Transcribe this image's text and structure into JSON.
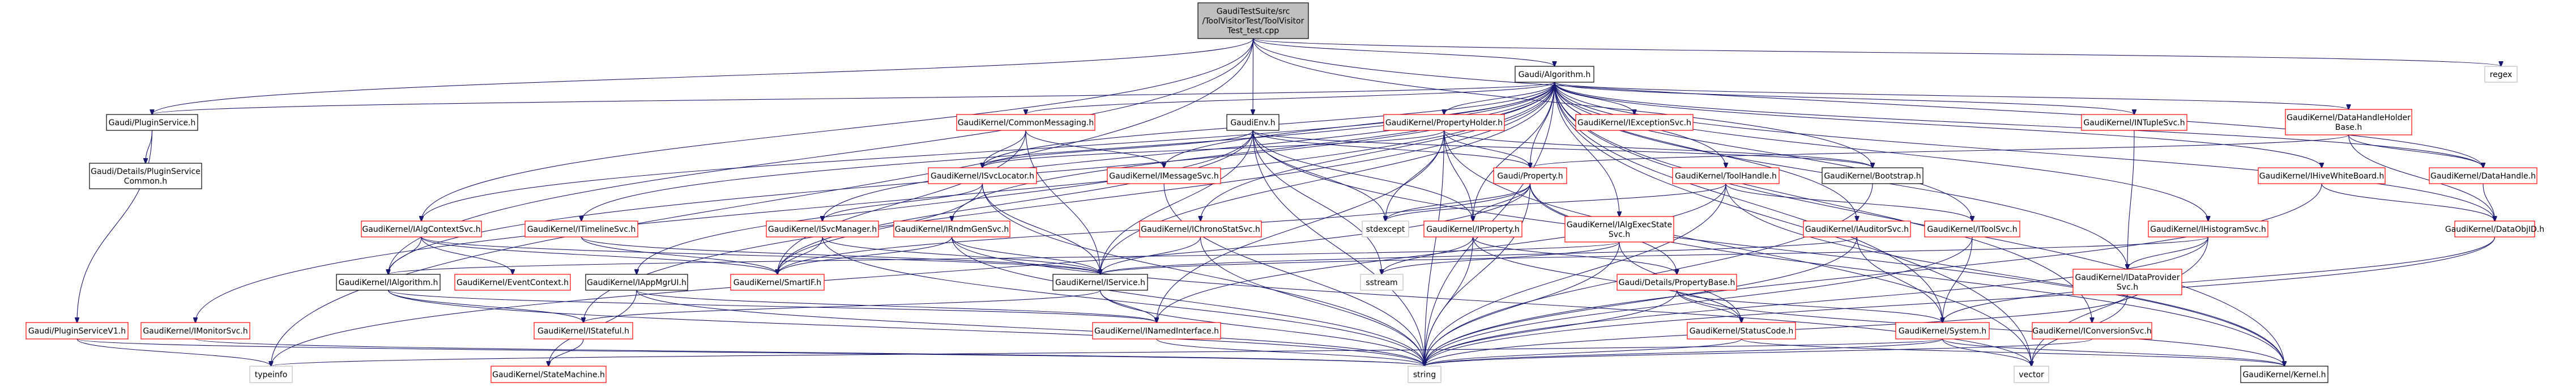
{
  "diagram": {
    "title": "Include dependency graph for ToolVisitorTest_test.cpp",
    "colors": {
      "edge": "#191970",
      "root_fill": "#bfbfbf",
      "root_border": "#000000",
      "node_fill": "#ffffff",
      "documented_border": "#000000",
      "undocumented_border": "#ff0000",
      "external_border": "#bfbfbf"
    },
    "nodes": [
      {
        "id": "root",
        "lines": [
          "GaudiTestSuite/src",
          "/ToolVisitorTest/ToolVisitor",
          "Test_test.cpp"
        ],
        "kind": "root"
      },
      {
        "id": "algorithm",
        "lines": [
          "Gaudi/Algorithm.h"
        ],
        "kind": "documented"
      },
      {
        "id": "regex",
        "lines": [
          "regex"
        ],
        "kind": "external"
      },
      {
        "id": "pluginservice",
        "lines": [
          "Gaudi/PluginService.h"
        ],
        "kind": "documented"
      },
      {
        "id": "pluginservicecommon",
        "lines": [
          "Gaudi/Details/PluginService",
          "Common.h"
        ],
        "kind": "documented"
      },
      {
        "id": "commonmessaging",
        "lines": [
          "GaudiKernel/CommonMessaging.h"
        ],
        "kind": "undocumented"
      },
      {
        "id": "gaudienv",
        "lines": [
          "GaudiEnv.h"
        ],
        "kind": "documented"
      },
      {
        "id": "propertyholder",
        "lines": [
          "GaudiKernel/PropertyHolder.h"
        ],
        "kind": "undocumented"
      },
      {
        "id": "iexceptionsvc",
        "lines": [
          "GaudiKernel/IExceptionSvc.h"
        ],
        "kind": "undocumented"
      },
      {
        "id": "intuplesvc",
        "lines": [
          "GaudiKernel/INTupleSvc.h"
        ],
        "kind": "undocumented"
      },
      {
        "id": "datahandleholderbase",
        "lines": [
          "GaudiKernel/DataHandleHolder",
          "Base.h"
        ],
        "kind": "undocumented"
      },
      {
        "id": "isvclocator",
        "lines": [
          "GaudiKernel/ISvcLocator.h"
        ],
        "kind": "undocumented"
      },
      {
        "id": "imessagesvc",
        "lines": [
          "GaudiKernel/IMessageSvc.h"
        ],
        "kind": "undocumented"
      },
      {
        "id": "property",
        "lines": [
          "Gaudi/Property.h"
        ],
        "kind": "undocumented"
      },
      {
        "id": "toolhandle",
        "lines": [
          "GaudiKernel/ToolHandle.h"
        ],
        "kind": "undocumented"
      },
      {
        "id": "bootstrap",
        "lines": [
          "GaudiKernel/Bootstrap.h"
        ],
        "kind": "documented"
      },
      {
        "id": "ihivewhiteboard",
        "lines": [
          "GaudiKernel/IHiveWhiteBoard.h"
        ],
        "kind": "undocumented"
      },
      {
        "id": "datahandle",
        "lines": [
          "GaudiKernel/DataHandle.h"
        ],
        "kind": "undocumented"
      },
      {
        "id": "ialgcontextsvc",
        "lines": [
          "GaudiKernel/IAlgContextSvc.h"
        ],
        "kind": "undocumented"
      },
      {
        "id": "itimelinesvc",
        "lines": [
          "GaudiKernel/ITimelineSvc.h"
        ],
        "kind": "undocumented"
      },
      {
        "id": "isvcmanager",
        "lines": [
          "GaudiKernel/ISvcManager.h"
        ],
        "kind": "undocumented"
      },
      {
        "id": "irndmgensvc",
        "lines": [
          "GaudiKernel/IRndmGenSvc.h"
        ],
        "kind": "undocumented"
      },
      {
        "id": "ichronostatsvc",
        "lines": [
          "GaudiKernel/IChronoStatSvc.h"
        ],
        "kind": "undocumented"
      },
      {
        "id": "stdexcept",
        "lines": [
          "stdexcept"
        ],
        "kind": "external"
      },
      {
        "id": "iproperty",
        "lines": [
          "GaudiKernel/IProperty.h"
        ],
        "kind": "undocumented"
      },
      {
        "id": "ialgexecstatesvc",
        "lines": [
          "GaudiKernel/IAlgExecState",
          "Svc.h"
        ],
        "kind": "undocumented"
      },
      {
        "id": "iauditorsvc",
        "lines": [
          "GaudiKernel/IAuditorSvc.h"
        ],
        "kind": "undocumented"
      },
      {
        "id": "itoolsvc",
        "lines": [
          "GaudiKernel/IToolSvc.h"
        ],
        "kind": "undocumented"
      },
      {
        "id": "ihistogramsvc",
        "lines": [
          "GaudiKernel/IHistogramSvc.h"
        ],
        "kind": "undocumented"
      },
      {
        "id": "dataobjid",
        "lines": [
          "GaudiKernel/DataObjID.h"
        ],
        "kind": "undocumented"
      },
      {
        "id": "ialgorithm",
        "lines": [
          "GaudiKernel/IAlgorithm.h"
        ],
        "kind": "documented"
      },
      {
        "id": "eventcontext",
        "lines": [
          "GaudiKernel/EventContext.h"
        ],
        "kind": "undocumented"
      },
      {
        "id": "iappmgrui",
        "lines": [
          "GaudiKernel/IAppMgrUI.h"
        ],
        "kind": "documented"
      },
      {
        "id": "smartif",
        "lines": [
          "GaudiKernel/SmartIF.h"
        ],
        "kind": "undocumented"
      },
      {
        "id": "iservice",
        "lines": [
          "GaudiKernel/IService.h"
        ],
        "kind": "documented"
      },
      {
        "id": "sstream",
        "lines": [
          "sstream"
        ],
        "kind": "external"
      },
      {
        "id": "propertybase",
        "lines": [
          "Gaudi/Details/PropertyBase.h"
        ],
        "kind": "undocumented"
      },
      {
        "id": "idataprovidersvc",
        "lines": [
          "GaudiKernel/IDataProvider",
          "Svc.h"
        ],
        "kind": "undocumented"
      },
      {
        "id": "pluginservicev1",
        "lines": [
          "Gaudi/PluginServiceV1.h"
        ],
        "kind": "undocumented"
      },
      {
        "id": "imonitorsvc",
        "lines": [
          "GaudiKernel/IMonitorSvc.h"
        ],
        "kind": "undocumented"
      },
      {
        "id": "istateful",
        "lines": [
          "GaudiKernel/IStateful.h"
        ],
        "kind": "undocumented"
      },
      {
        "id": "inamedinterface",
        "lines": [
          "GaudiKernel/INamedInterface.h"
        ],
        "kind": "undocumented"
      },
      {
        "id": "statuscode",
        "lines": [
          "GaudiKernel/StatusCode.h"
        ],
        "kind": "undocumented"
      },
      {
        "id": "system",
        "lines": [
          "GaudiKernel/System.h"
        ],
        "kind": "undocumented"
      },
      {
        "id": "iconversionsvc",
        "lines": [
          "GaudiKernel/IConversionSvc.h"
        ],
        "kind": "undocumented"
      },
      {
        "id": "typeinfo",
        "lines": [
          "typeinfo"
        ],
        "kind": "external"
      },
      {
        "id": "statemachine",
        "lines": [
          "GaudiKernel/StateMachine.h"
        ],
        "kind": "undocumented"
      },
      {
        "id": "string",
        "lines": [
          "string"
        ],
        "kind": "external"
      },
      {
        "id": "vector",
        "lines": [
          "vector"
        ],
        "kind": "external"
      },
      {
        "id": "kernel",
        "lines": [
          "GaudiKernel/Kernel.h"
        ],
        "kind": "documented"
      }
    ],
    "edges": [
      [
        "root",
        "algorithm"
      ],
      [
        "root",
        "pluginservice"
      ],
      [
        "root",
        "gaudienv"
      ],
      [
        "root",
        "regex"
      ],
      [
        "root",
        "typeinfo"
      ],
      [
        "root",
        "ialgorithm"
      ],
      [
        "root",
        "bootstrap"
      ],
      [
        "root",
        "ialgcontextsvc"
      ],
      [
        "root",
        "datahandle"
      ],
      [
        "algorithm",
        "pluginservice"
      ],
      [
        "algorithm",
        "commonmessaging"
      ],
      [
        "algorithm",
        "propertyholder"
      ],
      [
        "algorithm",
        "iexceptionsvc"
      ],
      [
        "algorithm",
        "intuplesvc"
      ],
      [
        "algorithm",
        "datahandleholderbase"
      ],
      [
        "algorithm",
        "isvclocator"
      ],
      [
        "algorithm",
        "imessagesvc"
      ],
      [
        "algorithm",
        "property"
      ],
      [
        "algorithm",
        "toolhandle"
      ],
      [
        "algorithm",
        "ihivewhiteboard"
      ],
      [
        "algorithm",
        "datahandle"
      ],
      [
        "algorithm",
        "ialgcontextsvc"
      ],
      [
        "algorithm",
        "itimelinesvc"
      ],
      [
        "algorithm",
        "isvcmanager"
      ],
      [
        "algorithm",
        "irndmgensvc"
      ],
      [
        "algorithm",
        "ichronostatsvc"
      ],
      [
        "algorithm",
        "iproperty"
      ],
      [
        "algorithm",
        "ialgexecstatesvc"
      ],
      [
        "algorithm",
        "iauditorsvc"
      ],
      [
        "algorithm",
        "itoolsvc"
      ],
      [
        "algorithm",
        "ihistogramsvc"
      ],
      [
        "algorithm",
        "dataobjid"
      ],
      [
        "algorithm",
        "ialgorithm"
      ],
      [
        "algorithm",
        "iservice"
      ],
      [
        "algorithm",
        "idataprovidersvc"
      ],
      [
        "algorithm",
        "imonitorsvc"
      ],
      [
        "algorithm",
        "istateful"
      ],
      [
        "algorithm",
        "iconversionsvc"
      ],
      [
        "algorithm",
        "system"
      ],
      [
        "algorithm",
        "string"
      ],
      [
        "algorithm",
        "vector"
      ],
      [
        "algorithm",
        "kernel"
      ],
      [
        "pluginservice",
        "pluginservicecommon"
      ],
      [
        "pluginservice",
        "pluginservicev1"
      ],
      [
        "commonmessaging",
        "isvclocator"
      ],
      [
        "commonmessaging",
        "imessagesvc"
      ],
      [
        "commonmessaging",
        "iservice"
      ],
      [
        "commonmessaging",
        "smartif"
      ],
      [
        "gaudienv",
        "isvclocator"
      ],
      [
        "gaudienv",
        "smartif"
      ],
      [
        "gaudienv",
        "iappmgrui"
      ],
      [
        "gaudienv",
        "stdexcept"
      ],
      [
        "gaudienv",
        "sstream"
      ],
      [
        "gaudienv",
        "string"
      ],
      [
        "gaudienv",
        "property"
      ],
      [
        "gaudienv",
        "iproperty"
      ],
      [
        "gaudienv",
        "bootstrap"
      ],
      [
        "gaudienv",
        "iservice"
      ],
      [
        "gaudienv",
        "kernel"
      ],
      [
        "propertyholder",
        "property"
      ],
      [
        "propertyholder",
        "iproperty"
      ],
      [
        "propertyholder",
        "isvclocator"
      ],
      [
        "propertyholder",
        "stdexcept"
      ],
      [
        "propertyholder",
        "inamedinterface"
      ],
      [
        "propertyholder",
        "string"
      ],
      [
        "propertyholder",
        "vector"
      ],
      [
        "propertyholder",
        "bootstrap"
      ],
      [
        "intuplesvc",
        "idataprovidersvc"
      ],
      [
        "datahandleholderbase",
        "datahandle"
      ],
      [
        "datahandleholderbase",
        "dataobjid"
      ],
      [
        "datahandleholderbase",
        "property"
      ],
      [
        "isvclocator",
        "isvcmanager"
      ],
      [
        "isvclocator",
        "smartif"
      ],
      [
        "isvclocator",
        "string"
      ],
      [
        "isvclocator",
        "iservice"
      ],
      [
        "imessagesvc",
        "string"
      ],
      [
        "property",
        "iproperty"
      ],
      [
        "property",
        "propertybase"
      ],
      [
        "property",
        "stdexcept"
      ],
      [
        "property",
        "string"
      ],
      [
        "property",
        "smartif"
      ],
      [
        "property",
        "typeinfo"
      ],
      [
        "property",
        "kernel"
      ],
      [
        "toolhandle",
        "itoolsvc"
      ],
      [
        "toolhandle",
        "stdexcept"
      ],
      [
        "toolhandle",
        "string"
      ],
      [
        "toolhandle",
        "inamedinterface"
      ],
      [
        "toolhandle",
        "kernel"
      ],
      [
        "bootstrap",
        "string"
      ],
      [
        "ihivewhiteboard",
        "dataobjid"
      ],
      [
        "ihivewhiteboard",
        "string"
      ],
      [
        "datahandle",
        "dataobjid"
      ],
      [
        "ialgcontextsvc",
        "ialgorithm"
      ],
      [
        "ialgcontextsvc",
        "eventcontext"
      ],
      [
        "ialgcontextsvc",
        "smartif"
      ],
      [
        "ialgcontextsvc",
        "iservice"
      ],
      [
        "itimelinesvc",
        "smartif"
      ],
      [
        "itimelinesvc",
        "iservice"
      ],
      [
        "isvcmanager",
        "smartif"
      ],
      [
        "isvcmanager",
        "iservice"
      ],
      [
        "isvcmanager",
        "string"
      ],
      [
        "irndmgensvc",
        "smartif"
      ],
      [
        "irndmgensvc",
        "iservice"
      ],
      [
        "irndmgensvc",
        "string"
      ],
      [
        "irndmgensvc",
        "vector"
      ],
      [
        "ichronostatsvc",
        "iservice"
      ],
      [
        "ichronostatsvc",
        "string"
      ],
      [
        "iproperty",
        "propertybase"
      ],
      [
        "iproperty",
        "string"
      ],
      [
        "iproperty",
        "sstream"
      ],
      [
        "iproperty",
        "statuscode"
      ],
      [
        "ialgexecstatesvc",
        "ialgorithm"
      ],
      [
        "ialgexecstatesvc",
        "string"
      ],
      [
        "ialgexecstatesvc",
        "sstream"
      ],
      [
        "ialgexecstatesvc",
        "statuscode"
      ],
      [
        "iauditorsvc",
        "iservice"
      ],
      [
        "iauditorsvc",
        "system"
      ],
      [
        "iauditorsvc",
        "string"
      ],
      [
        "itoolsvc",
        "system"
      ],
      [
        "itoolsvc",
        "string"
      ],
      [
        "ihistogramsvc",
        "idataprovidersvc"
      ],
      [
        "ihistogramsvc",
        "string"
      ],
      [
        "ihistogramsvc",
        "iservice"
      ],
      [
        "ihistogramsvc",
        "vector"
      ],
      [
        "dataobjid",
        "string"
      ],
      [
        "dataobjid",
        "system"
      ],
      [
        "ialgorithm",
        "inamedinterface"
      ],
      [
        "ialgorithm",
        "istateful"
      ],
      [
        "ialgorithm",
        "string"
      ],
      [
        "iappmgrui",
        "inamedinterface"
      ],
      [
        "iappmgrui",
        "statemachine"
      ],
      [
        "iappmgrui",
        "string"
      ],
      [
        "iservice",
        "inamedinterface"
      ],
      [
        "iservice",
        "istateful"
      ],
      [
        "iservice",
        "string"
      ],
      [
        "propertybase",
        "string"
      ],
      [
        "propertybase",
        "statuscode"
      ],
      [
        "propertybase",
        "system"
      ],
      [
        "propertybase",
        "kernel"
      ],
      [
        "idataprovidersvc",
        "string"
      ],
      [
        "idataprovidersvc",
        "vector"
      ],
      [
        "pluginservicev1",
        "typeinfo"
      ],
      [
        "pluginservicev1",
        "string"
      ],
      [
        "imonitorsvc",
        "string"
      ],
      [
        "istateful",
        "statemachine"
      ],
      [
        "inamedinterface",
        "string"
      ],
      [
        "statuscode",
        "string"
      ],
      [
        "statuscode",
        "kernel"
      ],
      [
        "system",
        "string"
      ],
      [
        "system",
        "vector"
      ],
      [
        "system",
        "typeinfo"
      ],
      [
        "system",
        "kernel"
      ],
      [
        "iconversionsvc",
        "string"
      ]
    ]
  }
}
